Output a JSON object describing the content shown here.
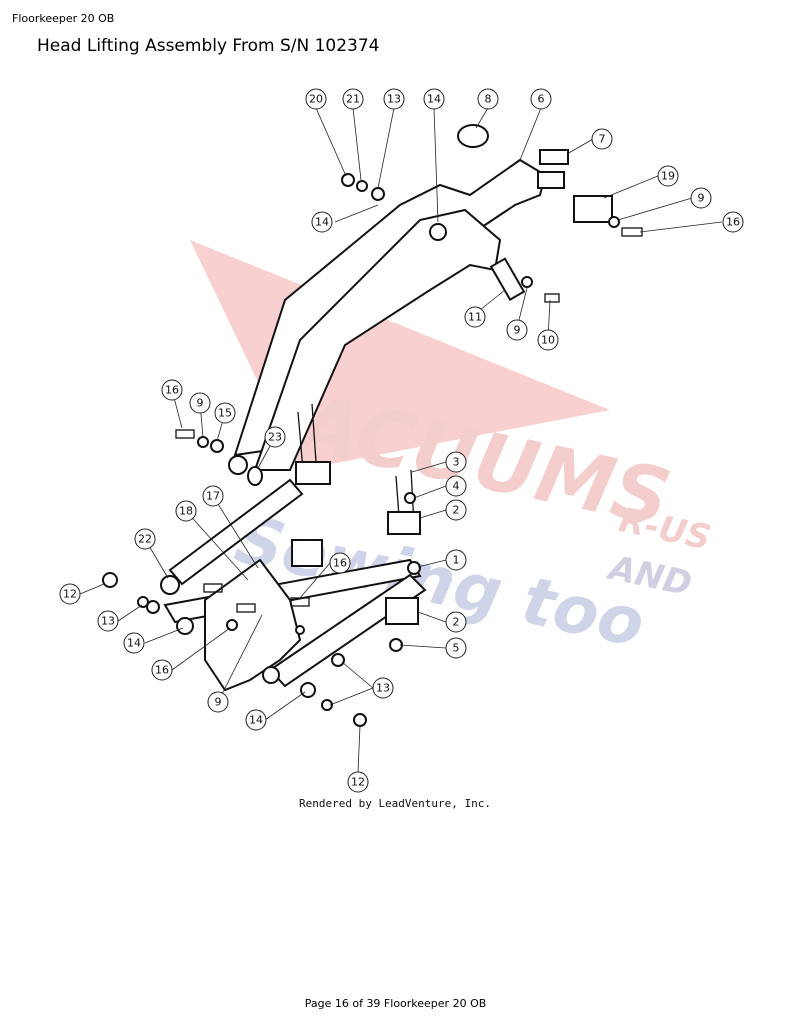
{
  "header": {
    "doc_name": "Floorkeeper 20 OB"
  },
  "title": "Head Lifting Assembly From S/N 102374",
  "diagram": {
    "rendered_by": "Rendered by LeadVenture, Inc.",
    "watermark": {
      "line1": "VACUUMS",
      "line2": "R-US",
      "line3": "AND",
      "line4": "Sewing too"
    },
    "callouts": [
      "20",
      "21",
      "13",
      "14",
      "8",
      "6",
      "7",
      "19",
      "9",
      "16",
      "11",
      "9",
      "10",
      "14",
      "16",
      "9",
      "15",
      "23",
      "3",
      "4",
      "2",
      "17",
      "18",
      "22",
      "1",
      "16",
      "12",
      "13",
      "14",
      "16",
      "2",
      "5",
      "9",
      "14",
      "13",
      "12"
    ]
  },
  "footer": {
    "page_label": "Page 16 of 39 Floorkeeper 20 OB"
  }
}
